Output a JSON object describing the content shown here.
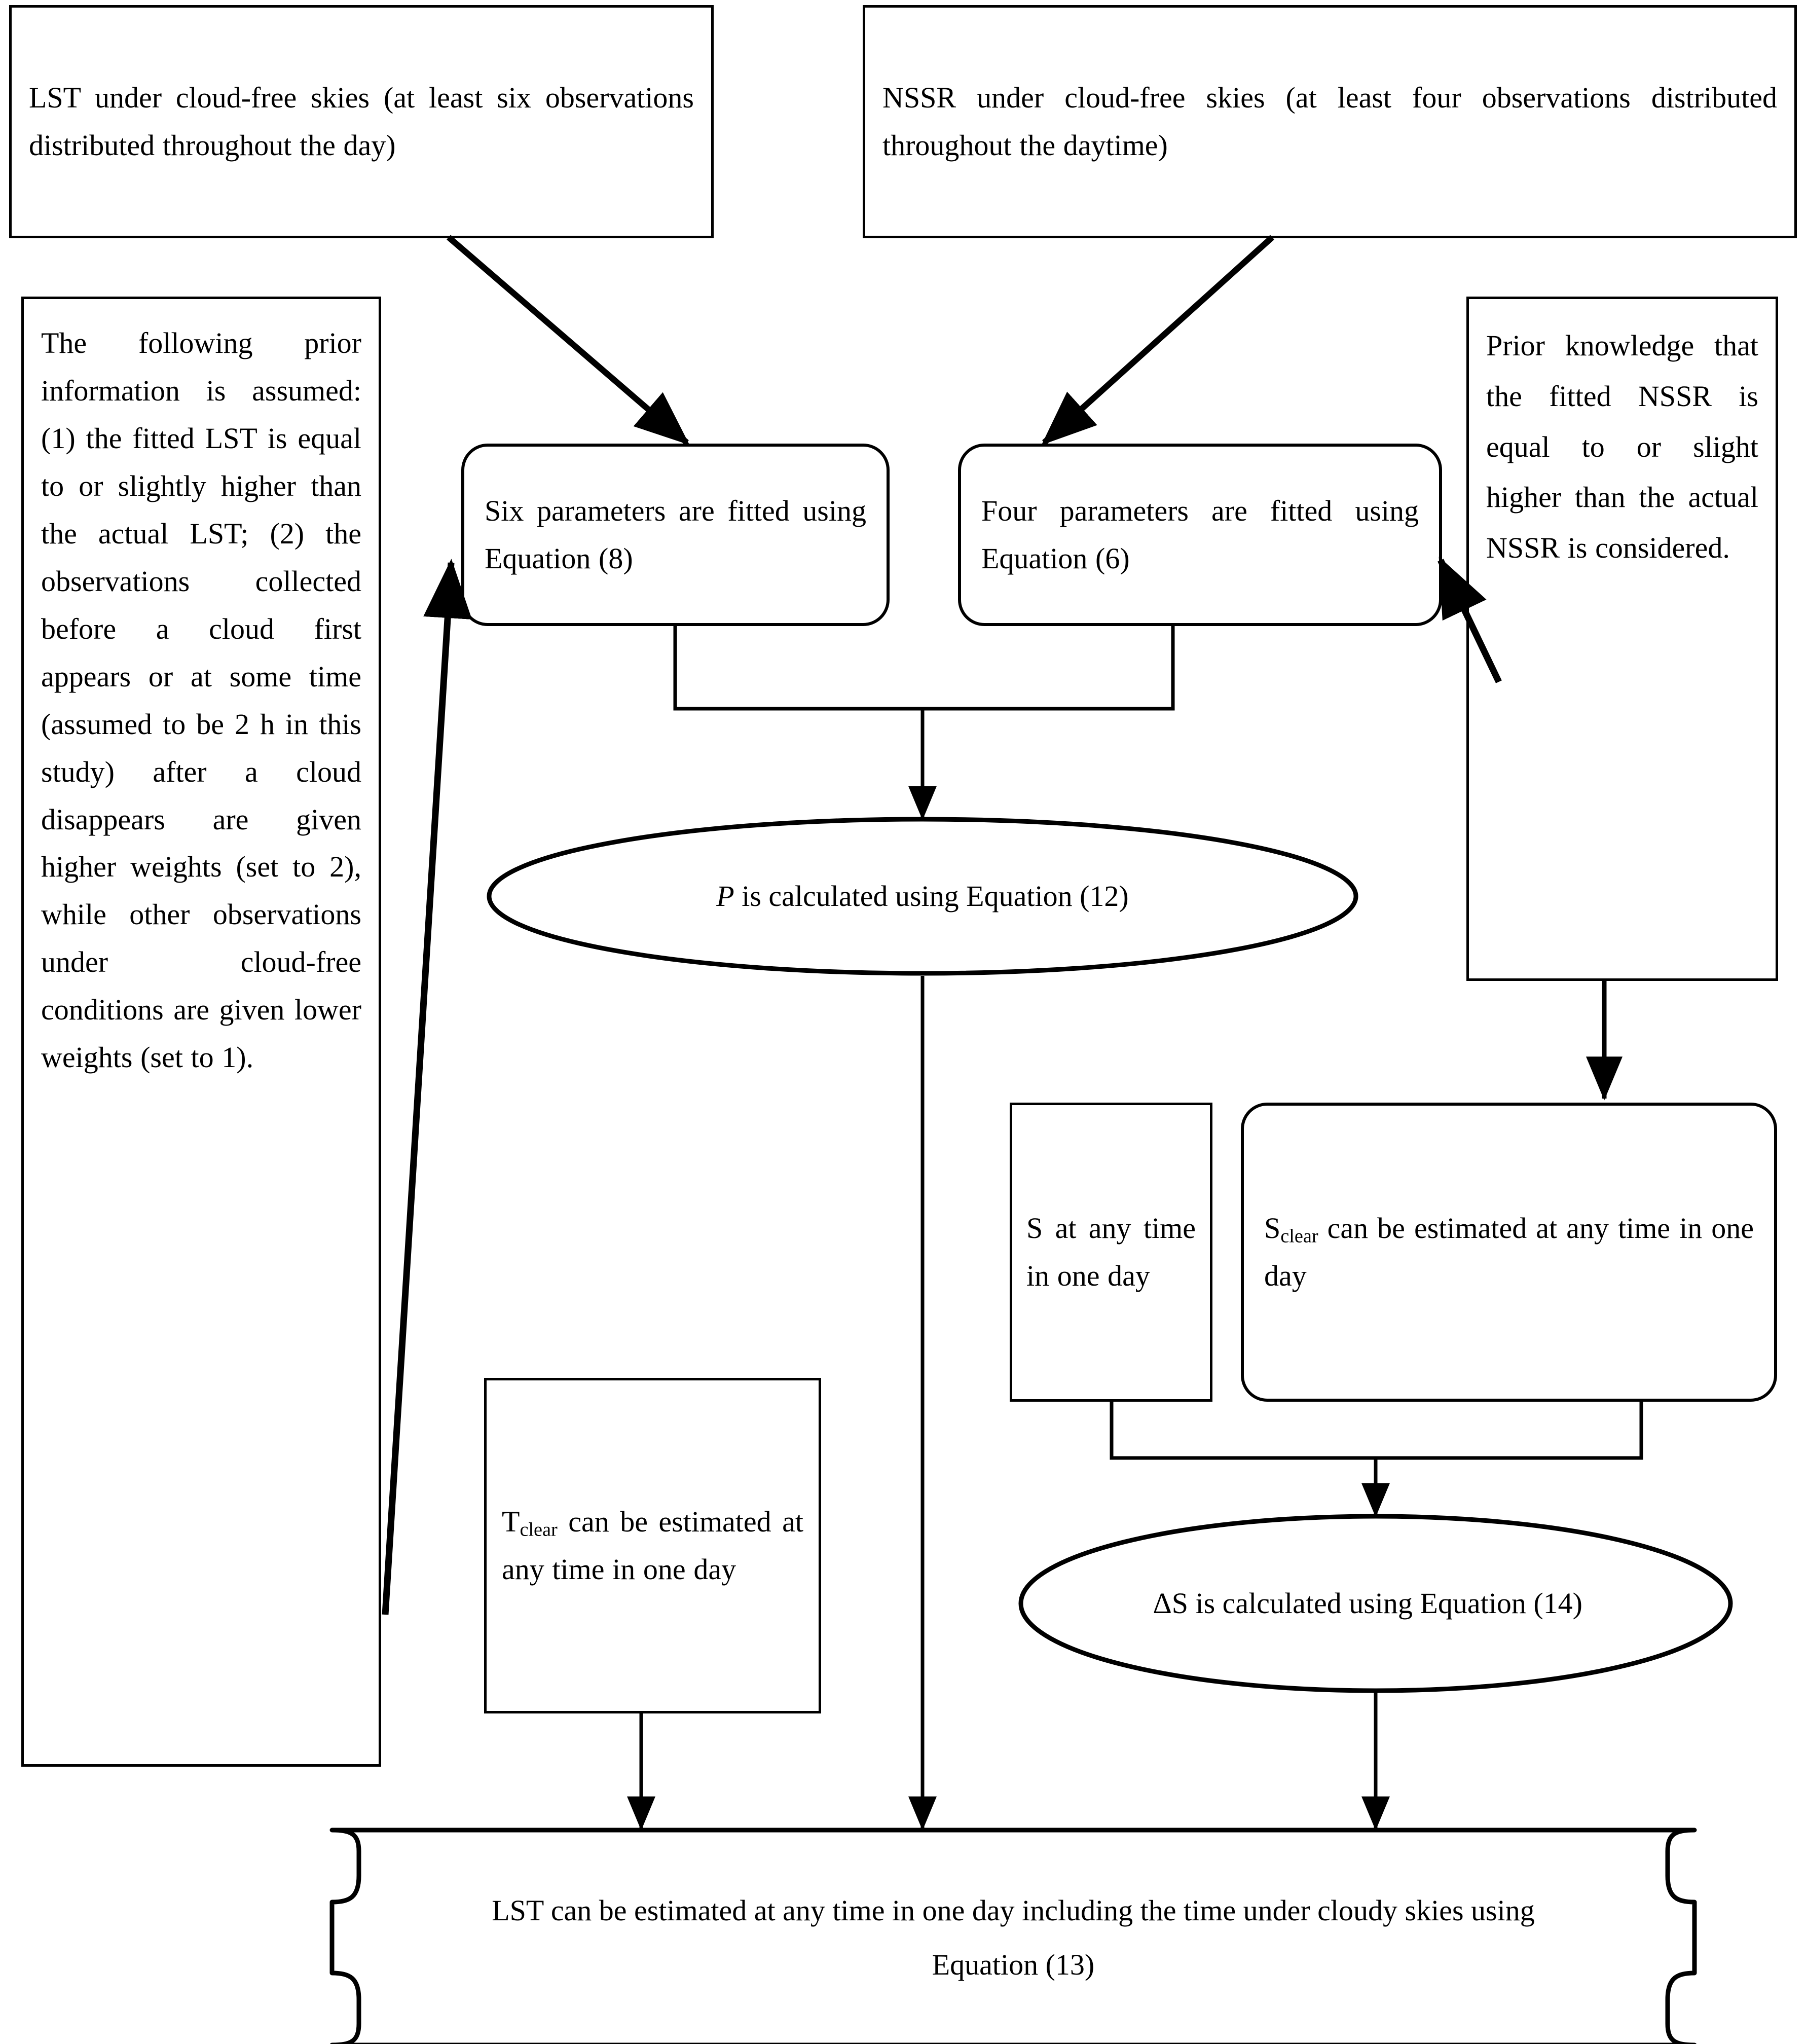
{
  "diagram": {
    "title": "LST estimation under cloudy skies flowchart",
    "style": {
      "line_color": "#000000",
      "fill_color": "#ffffff",
      "text_color": "#000000"
    }
  },
  "nodes": {
    "lst_input": {
      "label": "LST under cloud-free skies (at least six observations distributed throughout the day)",
      "shape": "rectangle"
    },
    "nssr_input": {
      "label": "NSSR under cloud-free skies (at least four observations distributed throughout the daytime)",
      "shape": "rectangle"
    },
    "prior_info": {
      "label": "The following prior information is assumed: (1) the fitted LST is equal to or slightly higher than the actual LST; (2) the observations collected before a cloud first appears or at some time (assumed to be 2 h in this study) after a cloud disappears are given higher weights (set to 2), while other observations under cloud-free conditions are given lower weights (set to 1).",
      "shape": "rectangle"
    },
    "six_params": {
      "label": "Six parameters are fitted using Equation (8)",
      "shape": "rounded-rectangle"
    },
    "four_params": {
      "label": "Four parameters are fitted using Equation (6)",
      "shape": "rounded-rectangle"
    },
    "prior_knowledge": {
      "label": "Prior knowledge that the fitted NSSR is equal to or slight higher than the actual NSSR is considered.",
      "shape": "rectangle"
    },
    "p_calc": {
      "label_italic": "P",
      "label_rest": " is calculated using Equation (12)",
      "label": "P is calculated using Equation (12)",
      "shape": "ellipse"
    },
    "s_any": {
      "label": "S at any time in one day",
      "shape": "rectangle"
    },
    "s_clear": {
      "label_main": "S",
      "label_sub": "clear",
      "label_rest": " can be estimated at any time in one day",
      "label": "Sclear can be estimated at any time in one day",
      "shape": "rounded-rectangle"
    },
    "t_clear": {
      "label_main": "T",
      "label_sub": "clear",
      "label_rest": " can be estimated at any time in one day",
      "label": "Tclear can be estimated at any time in one day",
      "shape": "rectangle"
    },
    "delta_s": {
      "label": "ΔS is calculated using Equation (14)",
      "shape": "ellipse"
    },
    "final": {
      "line1": "LST can be estimated at any time in one day including the time under cloudy skies using",
      "line2": "Equation (13)",
      "label": "LST can be estimated at any time in one day including the time under cloudy skies using Equation (13)",
      "shape": "brace"
    }
  },
  "edges": [
    {
      "from": "lst_input",
      "to": "six_params",
      "type": "diagonal-arrow"
    },
    {
      "from": "nssr_input",
      "to": "four_params",
      "type": "diagonal-arrow"
    },
    {
      "from": "prior_info",
      "to": "six_params",
      "type": "elbow-arrow-up"
    },
    {
      "from": "prior_knowledge",
      "to": "four_params",
      "type": "elbow-arrow-up"
    },
    {
      "from": "six_params",
      "to": "p_calc",
      "type": "merge-arrow"
    },
    {
      "from": "four_params",
      "to": "p_calc",
      "type": "merge-arrow"
    },
    {
      "from": "prior_knowledge",
      "to": "s_clear",
      "type": "straight-arrow"
    },
    {
      "from": "s_any",
      "to": "delta_s",
      "type": "merge-arrow"
    },
    {
      "from": "s_clear",
      "to": "delta_s",
      "type": "merge-arrow"
    },
    {
      "from": "t_clear",
      "to": "final",
      "type": "straight-arrow"
    },
    {
      "from": "p_calc",
      "to": "final",
      "type": "straight-arrow"
    },
    {
      "from": "delta_s",
      "to": "final",
      "type": "straight-arrow"
    }
  ]
}
